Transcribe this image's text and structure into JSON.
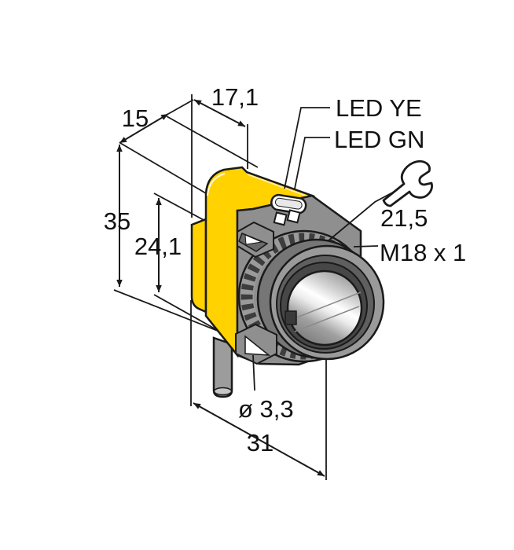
{
  "drawing": {
    "type": "technical-dimension-drawing",
    "subject": "photoelectric sensor with M18 threaded barrel",
    "dimensions": {
      "top_depth": "17,1",
      "front_offset": "15",
      "height": "35",
      "rear_flange_height": "24,1",
      "wrench_size": "21,5",
      "thread_spec": "M18 x 1",
      "hole_diameter": "ø 3,3",
      "overall_depth": "31"
    },
    "indicators": {
      "led_yellow": "LED YE",
      "led_green": "LED GN"
    },
    "icons": [
      "wrench-icon"
    ],
    "colors": {
      "housing_yellow": "#FFD200",
      "outline": "#1A1A1A",
      "metal_gray": "#8F8F8F",
      "dark_gray": "#474747",
      "background": "#FFFFFF"
    }
  }
}
